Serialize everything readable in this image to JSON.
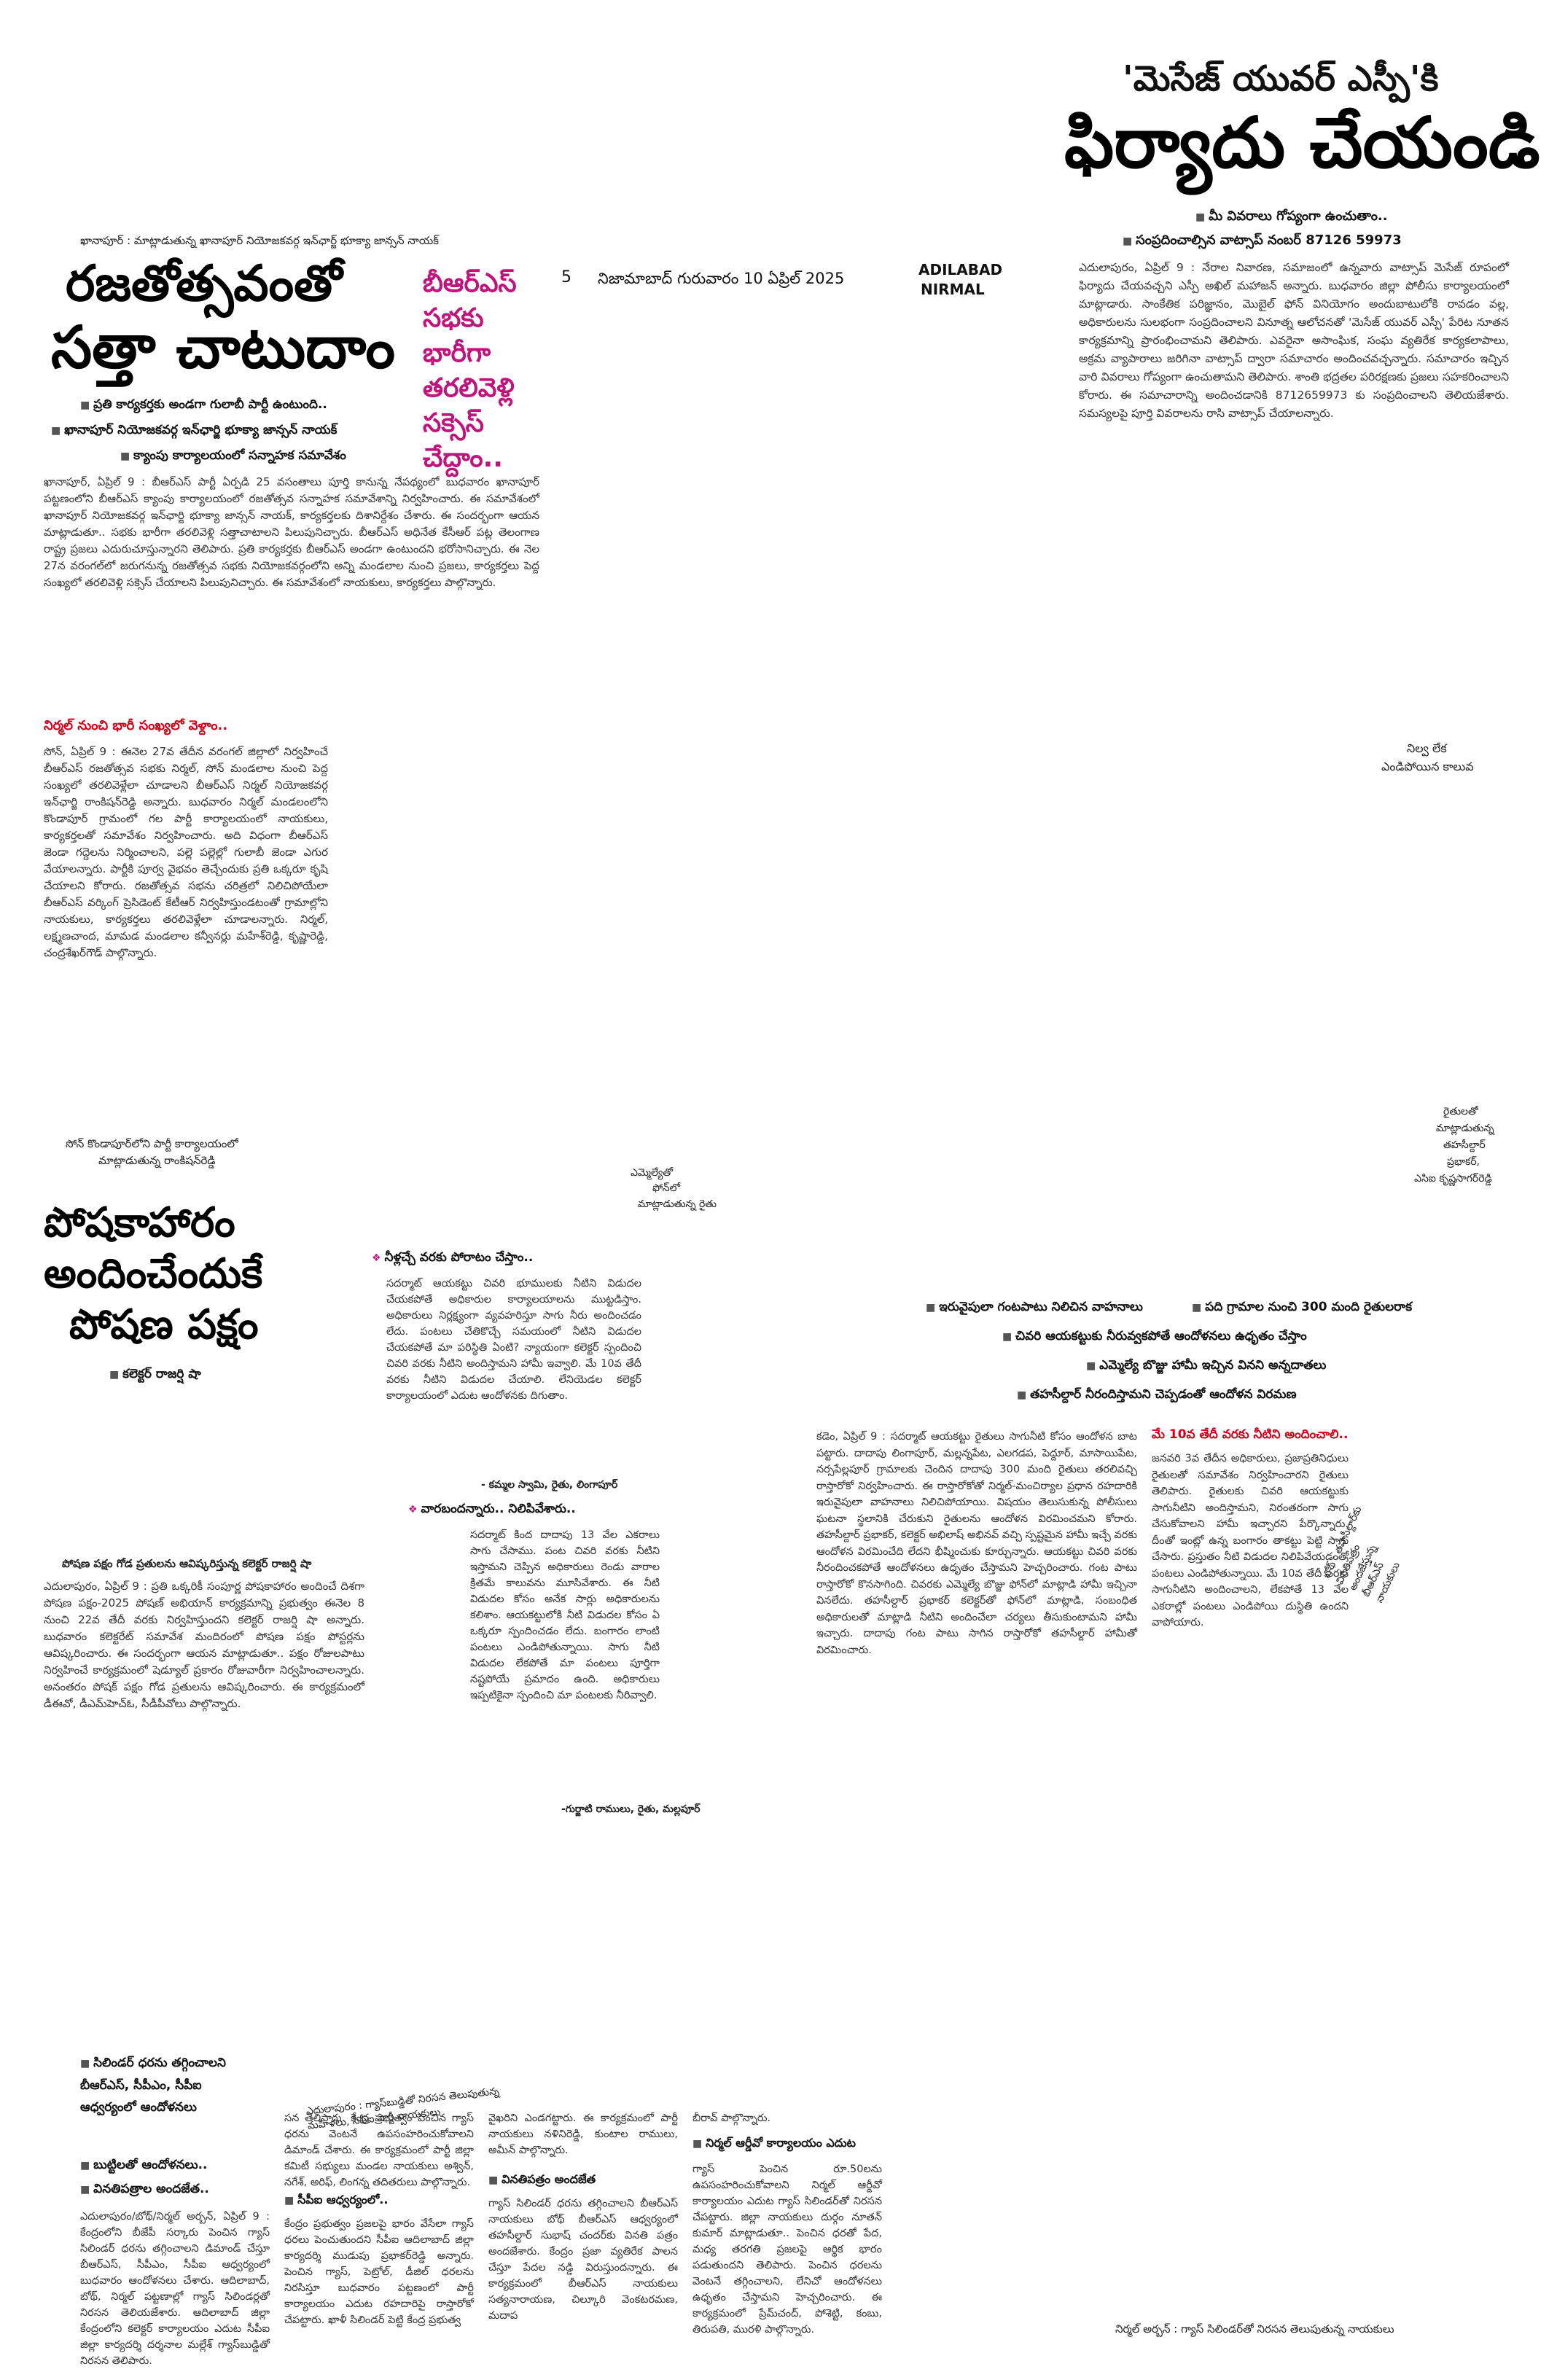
{
  "header": {
    "page_no": "5",
    "dateline": "నిజామాబాద్ గురువారం 10 ఏప్రిల్ 2025",
    "edition_1": "ADILABAD",
    "edition_2": "NIRMAL"
  },
  "story1": {
    "photo_caption": "ఖానాపూర్ : మాట్లాడుతున్న ఖానాపూర్ నియోజకవర్గ ఇన్‌ఛార్జ్ భూక్యా జాన్సన్ నాయక్",
    "headline_1": "రజతోత్సవంతో",
    "headline_2": "సత్తా చాటుదాం",
    "side_heading": "బీఆర్ఎస్ సభకు భారీగా తరలివెళ్లి సక్సెస్ చేద్దాం..",
    "bullets": [
      "ప్రతి కార్యకర్తకు అండగా గులాబీ పార్టీ ఉంటుంది..",
      "ఖానాపూర్ నియోజకవర్గ ఇన్‌ఛార్జి భూక్యా జాన్సన్ నాయక్",
      "క్యాంపు కార్యాలయంలో సన్నాహక సమావేశం"
    ],
    "body": "ఖానాపూర్, ఏప్రిల్ 9 : బీఆర్ఎస్ పార్టీ ఏర్పడి 25 వసంతాలు పూర్తి కానున్న నేపథ్యంలో బుధవారం ఖానాపూర్ పట్టణంలోని బీఆర్ఎస్ క్యాంపు కార్యాలయంలో రజతోత్సవ సన్నాహక సమావేశాన్ని నిర్వహించారు. ఈ సమావేశంలో ఖానాపూర్ నియోజకవర్గ ఇన్‌ఛార్జి భూక్యా జాన్సన్ నాయక్, కార్యకర్తలకు దిశానిర్దేశం చేశారు. ఈ సందర్భంగా ఆయన మాట్లాడుతూ.. సభకు భారీగా తరలివెళ్లి సత్తాచాటాలని పిలుపునిచ్చారు. బీఆర్ఎస్ అధినేత కేసీఆర్ పట్ల తెలంగాణ రాష్ట్ర ప్రజలు ఎదురుచూస్తున్నారని తెలిపారు. ప్రతి కార్యకర్తకు బీఆర్ఎస్ అండగా ఉంటుందని భరోసానిచ్చారు. ఈ నెల 27న వరంగల్‌లో జరుగనున్న రజతోత్సవ సభకు నియోజకవర్గంలోని అన్ని మండలాల నుంచి ప్రజలు, కార్యకర్తలు పెద్ద సంఖ్యలో తరలివెళ్లి సక్సెస్ చేయాలని పిలుపునిచ్చారు. ఈ సమావేశంలో నాయకులు, కార్యకర్తలు పాల్గొన్నారు.",
    "subhead": "నిర్మల్ నుంచి భారీ సంఖ్యలో వెళ్దాం..",
    "body2": "సోన్, ఏప్రిల్ 9 : ఈనెల 27వ తేదీన వరంగల్ జిల్లాలో నిర్వహించే బీఆర్ఎస్ రజతోత్సవ సభకు నిర్మల్, సోన్ మండలాల నుంచి పెద్ద సంఖ్యలో తరలివెళ్లేలా చూడాలని బీఆర్ఎస్ నిర్మల్ నియోజకవర్గ ఇన్‌ఛార్జి రాంకిషన్‌రెడ్డి అన్నారు. బుధవారం నిర్మల్ మండలంలోని కొండాపూర్ గ్రామంలో గల పార్టీ కార్యాలయంలో నాయకులు, కార్యకర్తలతో సమావేశం నిర్వహించారు. అది విధంగా బీఆర్ఎస్ జెండా గద్దెలను నిర్మించాలని, పల్లె పల్లెల్లో గులాబీ జెండా ఎగుర వేయాలన్నారు. పార్టీకి పూర్వ వైభవం తెచ్చేందుకు ప్రతి ఒక్కరూ కృషి చేయాలని కోరారు. రజతోత్సవ సభను చరిత్రలో నిలిచిపోయేలా బీఆర్ఎస్ వర్కింగ్ ప్రెసిడెంట్ కేటీఆర్ నిర్వహిస్తుండటంతో గ్రామాల్లోని నాయకులు, కార్యకర్తలు తరలివెళ్లేలా చూడాలన్నారు. నిర్మల్, లక్ష్మణచాంద, మామడ మండలాల కన్వీనర్లు మహేశ్‌రెడ్డి, కృష్ణారెడ్డి, చంద్రశేఖర్‌గౌడ్ పాల్గొన్నారు."
  },
  "story2": {
    "kicker": "'మెసేజ్ యువర్ ఎస్పీ'కి",
    "headline": "ఫిర్యాదు చేయండి",
    "bullets": [
      "మీ వివరాలు గోప్యంగా ఉంచుతాం..",
      "సంప్రదించాల్సిన వాట్సాప్ నంబర్ 87126 59973"
    ],
    "body": "ఎదులాపురం, ఏప్రిల్ 9 : నేరాల నివారణ, సమాజంలో ఉన్నవారు వాట్సాప్ మెసేజ్ రూపంలో ఫిర్యాదు చేయవచ్చని ఎస్పీ అఖిల్ మహాజన్ అన్నారు. బుధవారం జిల్లా పోలీసు కార్యాలయంలో మాట్లాడారు. సాంకేతిక పరిజ్ఞానం, మొబైల్ ఫోన్ వినియోగం అందుబాటులోకి రావడం వల్ల, అధికారులను సులభంగా సంప్రదించాలని వినూత్న ఆలోచనతో 'మెసేజ్ యువర్ ఎస్పీ' పేరిట నూతన కార్యక్రమాన్ని ప్రారంభించామని తెలిపారు. ఎవరైనా అసాంఘిక, సంఘ వ్యతిరేక కార్యకలాపాలు, అక్రమ వ్యాపారాలు జరిగినా వాట్సాప్ ద్వారా సమాచారం అందించవచ్చన్నారు. సమాచారం ఇచ్చిన వారి వివరాలు గోప్యంగా ఉంచుతామని తెలిపారు. శాంతి భద్రతల పరిరక్షణకు ప్రజలు సహకరించాలని కోరారు. ఈ సమాచారాన్ని అందించడానికి 8712659973 కు సంప్రదించాలని తెలియజేశారు. సమస్యలపై పూర్తి వివరాలను రాసి వాట్సాప్ చేయాలన్నారు.",
    "photo_caption_1": "నిల్వ లేక",
    "photo_caption_2": "ఎండిపోయిన కాలువ"
  },
  "story3": {
    "photo_caption_1": "సోన్ కొండాపూర్‌లోని పార్టీ కార్యాలయంలో",
    "photo_caption_2": "మాట్లాడుతున్న రాంకిషన్‌రెడ్డి",
    "headline_1": "పోషకాహారం",
    "headline_2": "అందించేందుకే",
    "headline_3": "పోషణ పక్షం",
    "byline": "కలెక్టర్ రాజర్షి షా",
    "caption": "పోషణ పక్షం గోడ ప్రతులను ఆవిష్కరిస్తున్న కలెక్టర్ రాజర్షి షా",
    "body": "ఎదులాపురం, ఏప్రిల్ 9 : ప్రతి ఒక్కరికీ సంపూర్ణ పోషకాహారం అందించే దిశగా పోషణ పక్షం-2025 పోషణ్ అభియాన్ కార్యక్రమాన్ని ప్రభుత్వం ఈనెల 8 నుంచి 22వ తేదీ వరకు నిర్వహిస్తుందని కలెక్టర్ రాజర్షి షా అన్నారు. బుధవారం కలెక్టరేట్ సమావేశ మందిరంలో పోషణ పక్షం పోస్టర్లను ఆవిష్కరించారు. ఈ సందర్భంగా ఆయన మాట్లాడుతూ.. పక్షం రోజులపాటు నిర్వహించే కార్యక్రమంలో షెడ్యూల్ ప్రకారం రోజువారీగా నిర్వహించాలన్నారు. అనంతరం పోషక్ పక్షం గోడ ప్రతులను ఆవిష్కరించారు. ఈ కార్యక్రమంలో డీఈవో, డీఎమ్‌హెచ్‌ఓ, సీడీపీవోలు పాల్గొన్నారు."
  },
  "story4": {
    "photo_caption_1": "ఎమ్మెల్యేతో",
    "photo_caption_2": "ఫోన్‌లో",
    "photo_caption_3": "మాట్లాడుతున్న రైతు",
    "subhead_1": "నీళ్లచ్చే వరకు పోరాటం చేస్తాం..",
    "body_1": "సదర్మాట్ ఆయకట్టు చివరి భూములకు నీటిని విడుదల చేయకపోతే అధికారుల కార్యాలయాలను ముట్టడిస్తాం. అధికారులు నిర్లక్ష్యంగా వ్యవహరిస్తూ సాగు నీరు అందించడం లేదు. పంటలు చేతికొచ్చే సమయంలో నీటిని విడుదల చేయకపోతే మా పరిస్థితి ఏంటి? న్యాయంగా కలెక్టర్ స్పందించి చివరి వరకు నీటిని అందిస్తామని హామీ ఇవ్వాలి. మే 10వ తేదీ వరకు నీటిని విడుదల చేయాలి. లేనియెడల కలెక్టర్ కార్యాలయంలో ఎదుట ఆందోళనకు దిగుతాం.",
    "quote_1": "- కమ్మల స్వామి, రైతు, లింగాపూర్",
    "subhead_2": "వారబందన్నారు.. నిలిపివేశారు..",
    "body_2": "సదర్మాట్ కింద దాదాపు 13 వేల ఎకరాలు సాగు చేసాము. పంట చివరి వరకు నీటిని ఇస్తామని చెప్పిన అధికారులు రెండు వారాల క్రితమే కాలువను మూసివేశారు. ఈ నీటి విడుదల కోసం అనేక సార్లు అధికారులను కలిశాం. ఆయకట్టులోకి నీటి విడుదల కోసం ఏ ఒక్కరూ స్పందించడం లేదు. బంగారం లాంటి పంటలు ఎండిపోతున్నాయి. సాగు నీటి విడుదల లేకపోతే మా పంటలు పూర్తిగా నష్టపోయే ప్రమాదం ఉంది. అధికారులు ఇప్పటికైనా స్పందించి మా పంటలకు నీరివ్వాలి.",
    "quote_2": "-గుర్జాటి రాములు, రైతు, మల్లపూర్"
  },
  "story5": {
    "photo_caption_1": "రైతులతో",
    "photo_caption_2": "మాట్లాడుతున్న",
    "photo_caption_3": "తహసీల్దార్",
    "photo_caption_4": "ప్రభాకర్,",
    "photo_caption_5": "ఎసిఐ కృష్ణసాగర్‌రెడ్డి",
    "bullets": [
      "ఇరువైపులా గంటపాటు నిలిచిన వాహనాలు",
      "పది గ్రామాల నుంచి 300 మంది రైతులరాక",
      "చివరి ఆయకట్టుకు నీరువ్వకపోతే ఆందోళనలు ఉధృతం చేస్తాం",
      "ఎమ్మెల్యే బొజ్జు హామీ ఇచ్చిన వినని అన్నదాతలు",
      "తహసీల్దార్ నీరందిస్తామని చెప్పడంతో ఆందోళన విరమణ"
    ],
    "body": "కడెం, ఏప్రిల్ 9 : సదర్మాట్ ఆయకట్టు రైతులు సాగునీటి కోసం ఆందోళన బాట పట్టారు. దాదాపు లింగాపూర్, మల్లన్నపేట, ఎలగడప, పెద్దూర్, మాసాయిపేట, నర్సపేల్లపూర్ గ్రామాలకు చెందిన దాదాపు 300 మంది రైతులు తరలివచ్చి రాస్తారోకో నిర్వహించారు. ఈ రాస్తారోకోతో నిర్మల్-మంచిర్యాల ప్రధాన రహదారికి ఇరువైపులా వాహనాలు నిలిచిపోయాయి. విషయం తెలుసుకున్న పోలీసులు ఘటనా స్థలానికి చేరుకుని రైతులను ఆందోళన విరమించమని కోరారు. తహసీల్దార్ ప్రభాకర్, కలెక్టర్ అభిలాష్ అభినవ్ వచ్చి స్పష్టమైన హామీ ఇచ్చే వరకు ఆందోళన విరమించేది లేదని భీష్మించుకు కూర్చున్నారు. ఆయకట్టు చివరి వరకు నీరందించకపోతే ఆందోళనలు ఉధృతం చేస్తామని హెచ్చరించారు. గంట పాటు రాస్తారోకో కొనసాగింది. చివరకు ఎమ్మెల్యే బొజ్జు ఫోన్‌లో మాట్లాడి హామీ ఇచ్చినా వినలేదు. తహసీల్దార్ ప్రభాకర్ కలెక్టర్‌తో ఫోన్‌లో మాట్లాడి, సంబంధిత అధికారులతో మాట్లాడి నీటిని అందించేలా చర్యలు తీసుకుంటామని హామీ ఇచ్చారు. దాదాపు గంట పాటు సాగిన రాస్తారోకో తహసీల్దార్ హామీతో విరమించారు.",
    "subhead": "మే 10వ తేదీ వరకు నీటిని అందించాలి..",
    "body2": "జనవరి 3వ తేదీన అధికారులు, ప్రజాప్రతినిధులు రైతులతో సమావేశం నిర్వహించారని రైతులు తెలిపారు. రైతులకు చివరి ఆయకట్టుకు సాగునీటిని అందిస్తామని, నిరంతరంగా సాగు చేసుకోవాలని హామీ ఇచ్చారని పేర్కొన్నారు. దీంతో ఇంట్లో ఉన్న బంగారం తాకట్టు పెట్టి సాగు చేసారు. ప్రస్తుతం నీటి విడుదల నిలిపివేయడంతో పంటలు ఎండిపోతున్నాయి. మే 10వ తేదీ వరకు సాగునీటిని అందించాలని, లేకపోతే 13 వేల ఎకరాల్లో పంటలు ఎండిపోయి దుస్థితి ఉందని వాపోయారు.",
    "right_caption_1": "బోథ్ : తహసీల్దార్‌కు",
    "right_caption_2": "వినతిపత్రం",
    "right_caption_3": "అందజేస్తున్న",
    "right_caption_4": "బీఆర్ఎస్",
    "right_caption_5": "నాయకులు"
  },
  "story6": {
    "bullets": [
      "సిలిండర్ ధరను తగ్గించాలని బీఆర్ఎస్, సీపీఎం, సీపీఐ ఆధ్వర్యంలో ఆందోళనలు",
      "బుట్టిలతో ఆందోళనలు..",
      "వినతిపత్రాల అందజేత.."
    ],
    "photo_caption": "ఎదులాపురం : గ్యాస్‌బుడ్డితో నిరసన తెలుపుతున్న మహిళలు, సీపీఐ పార్టీ నాయకులు",
    "col1": "ఎదులాపురం/బోథ్/నిర్మల్ అర్బన్, ఏప్రిల్ 9 : కేంద్రంలోని బీజేపీ సర్కారు పెంచిన గ్యాస్ సిలిండర్ ధరను తగ్గించాలని డిమాండ్ చేస్తూ బీఆర్ఎస్, సీపీఎం, సీపీఐ ఆధ్వర్యంలో బుధవారం ఆందోళనలు చేశారు. ఆదిలాబాద్, బోథ్, నిర్మల్ పట్టణాల్లో గ్యాస్ సిలిండర్లతో నిరసన తెలియజేశారు. ఆదిలాబాద్ జిల్లా కేంద్రంలోని కలెక్టర్ కార్యాలయం ఎదుట సీపీఐ జిల్లా కార్యదర్శి దర్శనాల మల్లేశ్ గ్యాస్‌బుడ్డితో నిరసన తెలిపారు.",
    "col2": "సన తెలిపారు. కేంద్ర ప్రభుత్వం పెంచిన గ్యాస్ ధరను వెంటనే ఉపసంహరించుకోవాలని డిమాండ్ చేశారు. ఈ కార్యక్రమంలో పార్టీ జిల్లా కమిటీ సభ్యులు మండల నాయకులు అశ్విన్, నగేశ్, అరిఫ్, లింగన్న తదితరులు పాల్గొన్నారు.",
    "sub_cpi": "సీపీఐ ఆధ్వర్యంలో..",
    "col2b": "కేంద్రం ప్రభుత్వం ప్రజలపై భారం వేసేలా గ్యాస్ ధరలు పెంచుతుందని సీపీఐ ఆదిలాబాద్ జిల్లా కార్యదర్శి ముడుపు ప్రభాకర్‌రెడ్డి అన్నారు. పెంచిన గ్యాస్, పెట్రోల్, డీజిల్ ధరలను నిరసిస్తూ బుధవారం పట్టణంలో పార్టీ కార్యాలయం ఎదుట రహదారిపై రాస్తారోకో చేపట్టారు. ఖాళీ సిలిండర్ పెట్టి కేంద్ర ప్రభుత్వ",
    "col3": "వైఖరిని ఎండగట్టారు. ఈ కార్యక్రమంలో పార్టీ నాయకులు నళినిరెడ్డి, కుంటాల రాములు, అమీన్ పాల్గొన్నారు.",
    "sub_vinati": "వినతిపత్రం అందజేత",
    "col3b": "గ్యాస్ సిలిండర్ ధరను తగ్గించాలని బీఆర్ఎస్ నాయకులు బోథ్ బీఆర్ఎస్ ఆధ్వర్యంలో తహసీల్దార్ సుభాష్ చందర్‌కు వినతి పత్రం అందజేశారు. కేంద్రం ప్రజా వ్యతిరేక పాలన చేస్తూ పేదల నడ్డి విరుస్తుందన్నారు. ఈ కార్యక్రమంలో బీఆర్ఎస్ నాయకులు సత్యనారాయణ, చిల్కూరి వెంకటరమణ, మదాప",
    "col4": "బీరావ్ పాల్గొన్నారు.",
    "sub_nirmal": "నిర్మల్ ఆర్డీవో కార్యాలయం ఎదుట",
    "col4b": "గ్యాస్ పెంచిన రూ.50లను ఉపసంహరించుకోవాలని నిర్మల్ ఆర్డీవో కార్యాలయం ఎదుట గ్యాస్ సిలిండర్‌తో నిరసన చేపట్టారు. జిల్లా నాయకులు దుర్గం నూతన్ కుమార్ మాట్లాడుతూ.. పెంచిన ధరతో పేద, మధ్య తరగతి ప్రజలపై ఆర్థిక భారం పడుతుందని తెలిపారు. పెంచిన ధరలను వెంటనే తగ్గించాలని, లేనిచో ఆందోళనలు ఉధృతం చేస్తామని హెచ్చరించారు. ఈ కార్యక్రమంలో ప్రేమ్‌చంద్, పోశెట్టి, కంబు, తిరుపతి, మురళి పాల్గొన్నారు.",
    "bottom_caption": "నిర్మల్ అర్బన్ : గ్యాస్ సిలిండర్‌తో నిరసన తెలుపుతున్న నాయకులు"
  }
}
